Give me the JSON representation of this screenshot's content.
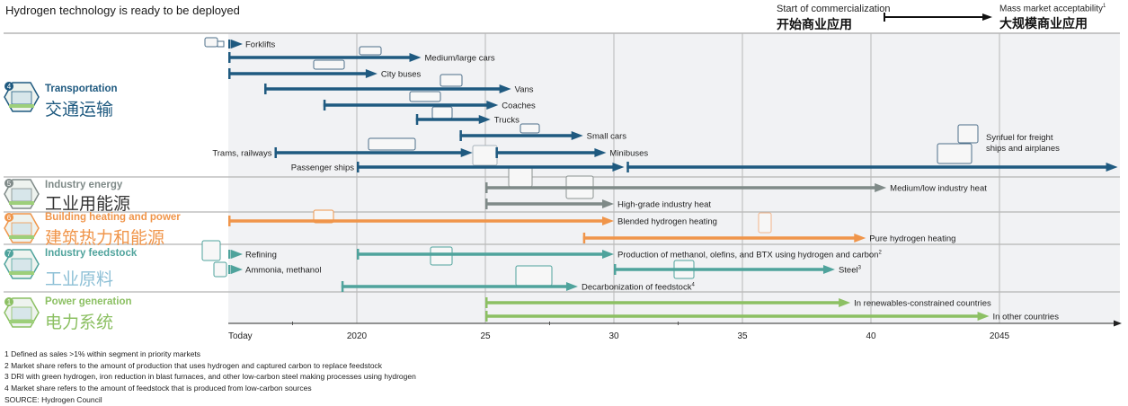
{
  "header": {
    "title": "Hydrogen technology is ready to be deployed",
    "legend_start_en": "Start of commercialization",
    "legend_start_cn": "开始商业应用",
    "legend_end_en": "Mass market acceptability",
    "legend_end_sup": "1",
    "legend_end_cn": "大规模商业应用"
  },
  "categories": [
    {
      "num": "4",
      "en": "Transportation",
      "cn": "交通运输",
      "color": "#1f5a80",
      "icon": "transport-station-icon"
    },
    {
      "num": "5",
      "en": "Industry energy",
      "cn": "工业用能源",
      "color": "#7f8a88",
      "icon": "factory-icon"
    },
    {
      "num": "6",
      "en": "Building heating and power",
      "cn": "建筑热力和能源",
      "color": "#f0954a",
      "icon": "building-icon"
    },
    {
      "num": "7",
      "en": "Industry feedstock",
      "cn": "工业原料",
      "color": "#4fa39c",
      "icon": "refinery-icon"
    },
    {
      "num": "1",
      "en": "Power generation",
      "cn": "电力系统",
      "color": "#8cc063",
      "icon": "power-plant-icon"
    }
  ],
  "footnotes": [
    "1 Defined as sales >1% within segment in priority markets",
    "2 Market share refers to the amount of production that uses hydrogen and captured carbon to replace feedstock",
    "3 DRI with green hydrogen, iron reduction in blast furnaces, and other low-carbon steel making processes using hydrogen",
    "4 Market share refers to the amount of feedstock that is produced from low-carbon sources"
  ],
  "source": "SOURCE: Hydrogen Council",
  "chart_data": {
    "type": "timeline",
    "title": "Hydrogen technology is ready to be deployed",
    "xlabel": "",
    "ylabel": "",
    "xlim": [
      2015,
      2050
    ],
    "x_ticks": [
      {
        "value": 2015,
        "label": "Today"
      },
      {
        "value": 2020,
        "label": "2020"
      },
      {
        "value": 2025,
        "label": "25"
      },
      {
        "value": 2030,
        "label": "30"
      },
      {
        "value": 2035,
        "label": "35"
      },
      {
        "value": 2040,
        "label": "40"
      },
      {
        "value": 2045,
        "label": "2045"
      }
    ],
    "grid": true,
    "series": [
      {
        "category": 0,
        "label": "Forklifts",
        "start": 2015,
        "end": 2015.5,
        "label_side": "right",
        "marker_only": true,
        "row": 0
      },
      {
        "category": 0,
        "label": "Medium/large cars",
        "start": 2015,
        "end": 2022.5,
        "label_side": "right",
        "row": 1
      },
      {
        "category": 0,
        "label": "City buses",
        "start": 2015,
        "end": 2020.8,
        "label_side": "right",
        "row": 2
      },
      {
        "category": 0,
        "label": "Vans",
        "start": 2016.4,
        "end": 2026,
        "label_side": "right",
        "row": 3
      },
      {
        "category": 0,
        "label": "Coaches",
        "start": 2018.7,
        "end": 2025.5,
        "label_side": "right",
        "row": 4
      },
      {
        "category": 0,
        "label": "Trucks",
        "start": 2022.3,
        "end": 2025.2,
        "label_side": "right",
        "row": 5
      },
      {
        "category": 0,
        "label": "Small cars",
        "start": 2024,
        "end": 2028.8,
        "label_side": "right",
        "row": 6
      },
      {
        "category": 0,
        "label": "Trams, railways",
        "start": 2016.8,
        "end": 2024.5,
        "label_side": "left",
        "row": 7
      },
      {
        "category": 0,
        "label": "Minibuses",
        "start": 2025.4,
        "end": 2029.7,
        "label_side": "right",
        "row": 7
      },
      {
        "category": 0,
        "label": "Passenger ships",
        "start": 2020,
        "end": 2030.4,
        "label_side": "left",
        "row": 8
      },
      {
        "category": 0,
        "label": "Synfuel for freight ships and airplanes",
        "start": 2030.5,
        "end": 2049.6,
        "label_side": "above",
        "row": 8
      },
      {
        "category": 1,
        "label": "Medium/low industry heat",
        "start": 2025,
        "end": 2040.6,
        "label_side": "right",
        "row": 0
      },
      {
        "category": 1,
        "label": "High-grade industry heat",
        "start": 2025,
        "end": 2030,
        "label_side": "right",
        "row": 1
      },
      {
        "category": 2,
        "label": "Blended hydrogen heating",
        "start": 2015,
        "end": 2030,
        "label_side": "right",
        "row": 0
      },
      {
        "category": 2,
        "label": "Pure hydrogen heating",
        "start": 2028.8,
        "end": 2039.8,
        "label_side": "right",
        "row": 1
      },
      {
        "category": 3,
        "label": "Refining",
        "start": 2015,
        "end": 2015.5,
        "label_side": "right",
        "marker_only": true,
        "row": 0
      },
      {
        "category": 3,
        "label": "Production of methanol, olefins, and BTX using hydrogen and carbon",
        "sup": "2",
        "start": 2020,
        "end": 2030,
        "label_side": "right",
        "row": 0
      },
      {
        "category": 3,
        "label": "Ammonia, methanol",
        "start": 2015,
        "end": 2015.5,
        "label_side": "right",
        "marker_only": true,
        "row": 1
      },
      {
        "category": 3,
        "label": "Steel",
        "sup": "3",
        "start": 2030,
        "end": 2038.6,
        "label_side": "right",
        "row": 1
      },
      {
        "category": 3,
        "label": "Decarbonization of feedstock",
        "sup": "4",
        "start": 2019.4,
        "end": 2028.6,
        "label_side": "right",
        "row": 2
      },
      {
        "category": 4,
        "label": "In renewables-constrained countries",
        "start": 2025,
        "end": 2039.2,
        "label_side": "right",
        "row": 0
      },
      {
        "category": 4,
        "label": "In other countries",
        "start": 2025,
        "end": 2044.6,
        "label_side": "right",
        "row": 1
      }
    ]
  }
}
